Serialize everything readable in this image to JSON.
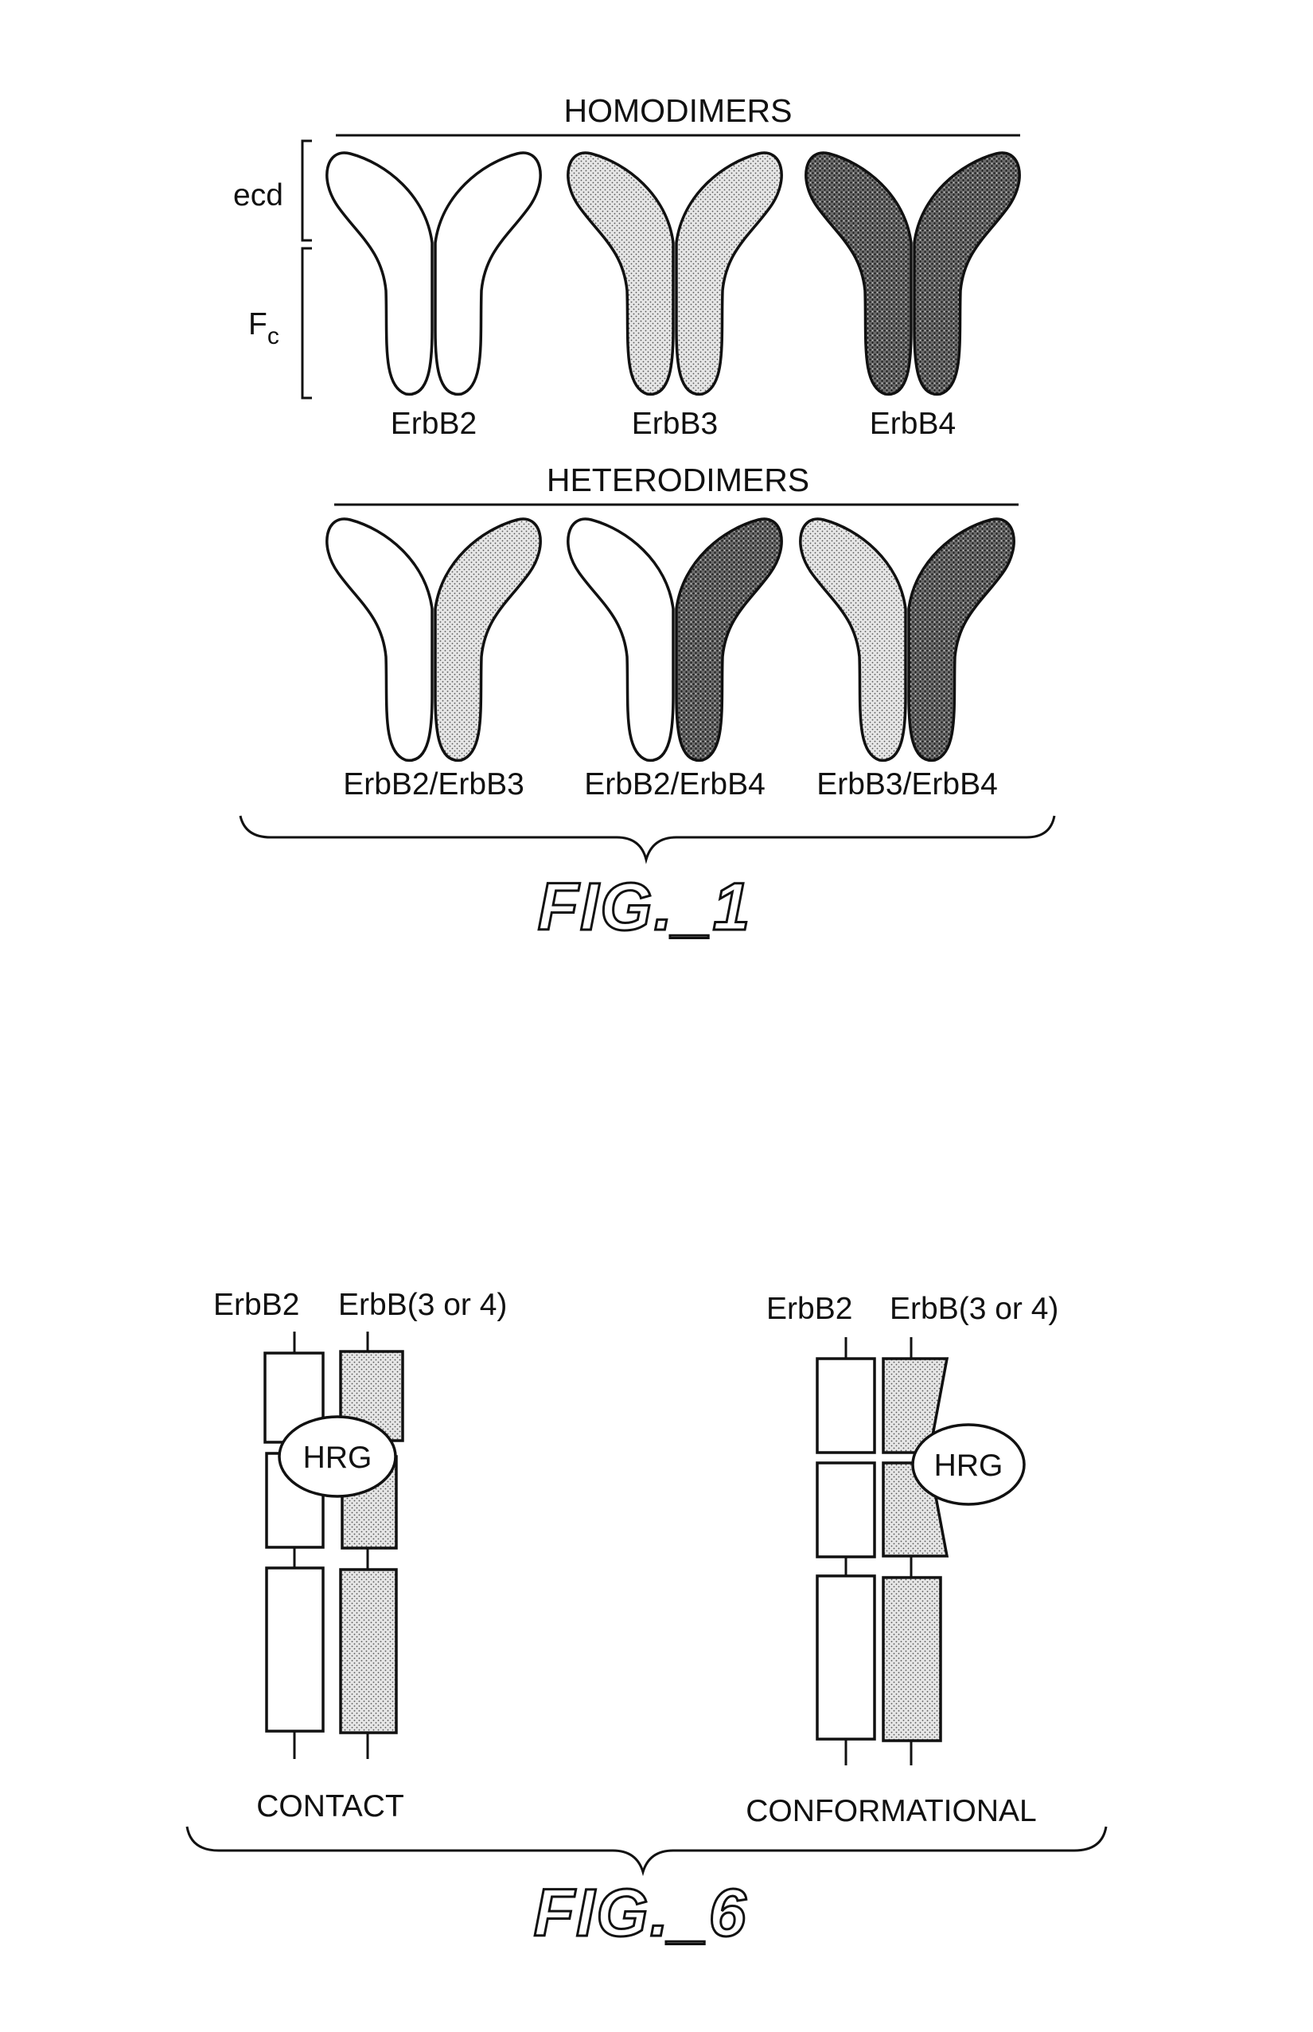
{
  "figure1": {
    "homodimers_title": "HOMODIMERS",
    "heterodimers_title": "HETERODIMERS",
    "ecd_label": "ecd",
    "fc_label_main": "F",
    "fc_label_sub": "c",
    "homodimers": [
      {
        "label": "ErbB2",
        "left_fill": "white",
        "right_fill": "white"
      },
      {
        "label": "ErbB3",
        "left_fill": "light",
        "right_fill": "light"
      },
      {
        "label": "ErbB4",
        "left_fill": "dark",
        "right_fill": "dark"
      }
    ],
    "heterodimers": [
      {
        "label": "ErbB2/ErbB3",
        "left_fill": "white",
        "right_fill": "light"
      },
      {
        "label": "ErbB2/ErbB4",
        "left_fill": "white",
        "right_fill": "dark"
      },
      {
        "label": "ErbB3/ErbB4",
        "left_fill": "light",
        "right_fill": "dark"
      }
    ],
    "caption": "FIG._1"
  },
  "figure6": {
    "contact": {
      "label_erbb2": "ErbB2",
      "label_erbb34": "ErbB(3 or 4)",
      "ligand": "HRG",
      "mode": "CONTACT"
    },
    "conformational": {
      "label_erbb2": "ErbB2",
      "label_erbb34": "ErbB(3 or 4)",
      "ligand": "HRG",
      "mode": "CONFORMATIONAL"
    },
    "caption": "FIG._6"
  },
  "colors": {
    "ink": "#111111",
    "light_stipple": "#cfcfcf",
    "dark_stipple": "#5a5a5a",
    "background": "#ffffff"
  }
}
